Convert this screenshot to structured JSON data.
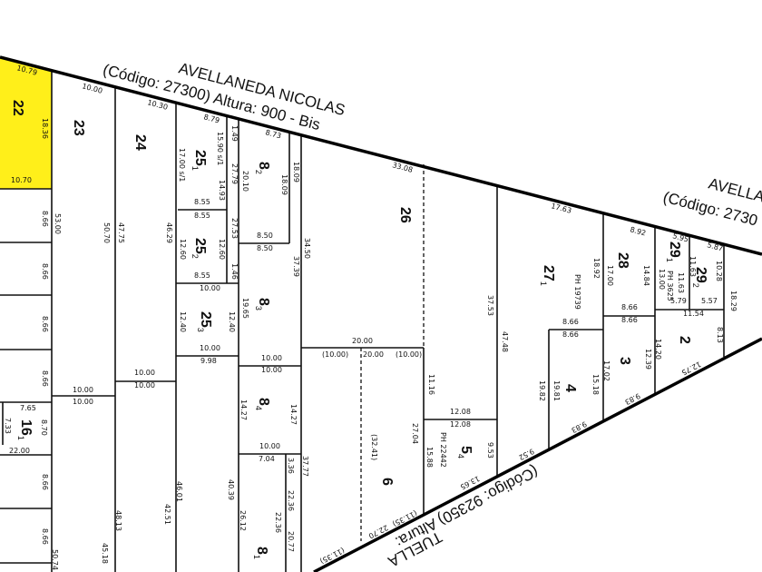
{
  "colors": {
    "highlight": "#ffef1a",
    "lines": "#111111"
  },
  "streets": {
    "top_name": "AVELLANEDA NICOLAS",
    "top_code": "(Código: 27300) Altura: 900  - Bis",
    "right_name": "AVELLA",
    "right_code": "(Código: 2730",
    "bottom_code": "(Código: 92350) Altura:",
    "bottom_name": "TUELLA"
  },
  "lots": [
    {
      "n": "22",
      "s": ""
    },
    {
      "n": "23",
      "s": ""
    },
    {
      "n": "24",
      "s": ""
    },
    {
      "n": "25",
      "s": "1"
    },
    {
      "n": "25",
      "s": "2"
    },
    {
      "n": "25",
      "s": "3"
    },
    {
      "n": "8",
      "s": "2"
    },
    {
      "n": "8",
      "s": "3"
    },
    {
      "n": "8",
      "s": "4"
    },
    {
      "n": "8",
      "s": "1"
    },
    {
      "n": "26",
      "s": ""
    },
    {
      "n": "27",
      "s": "1"
    },
    {
      "n": "28",
      "s": ""
    },
    {
      "n": "29",
      "s": "1"
    },
    {
      "n": "29",
      "s": "2"
    },
    {
      "n": "2",
      "s": ""
    },
    {
      "n": "3",
      "s": ""
    },
    {
      "n": "4",
      "s": ""
    },
    {
      "n": "5",
      "s": "4"
    },
    {
      "n": "6",
      "s": ""
    },
    {
      "n": "16",
      "s": "1"
    }
  ],
  "measurements": [
    "10.79",
    "10.00",
    "10.30",
    "8.79",
    "8.73",
    "33.08",
    "17.63",
    "8.92",
    "5.95",
    "5.87",
    "18.36",
    "10.70",
    "8.66",
    "8.66",
    "8.66",
    "8.66",
    "8.66",
    "8.66",
    "53.00",
    "50.70",
    "47.75",
    "46.29",
    "17.00 s/1",
    "15.90 s/1",
    "1.49",
    "27.79",
    "14.93",
    "20.10",
    "18.09",
    "18.09",
    "8.55",
    "8.55",
    "12.60",
    "12.60",
    "27.53",
    "1.46",
    "8.55",
    "8.50",
    "8.50",
    "34.50",
    "37.39",
    "10.00",
    "12.40",
    "12.40",
    "19.65",
    "10.00",
    "9.98",
    "10.00",
    "10.00",
    "14.27",
    "14.27",
    "10.00",
    "7.04",
    "3.36",
    "37.77",
    "22.36",
    "22.36",
    "20.77",
    "26.12",
    "40.39",
    "46.01",
    "42.51",
    "48.13",
    "45.18",
    "50.74",
    "10.00",
    "10.00",
    "10.00",
    "10.00",
    "7.65",
    "7.33",
    "8.70",
    "22.00",
    "20.00",
    "(10.00)",
    "20.00",
    "(10.00)",
    "11.16",
    "(32.41)",
    "27.04",
    "22.70",
    "(11.35)",
    "(11.35)",
    "12.08",
    "12.08",
    "PH 22442",
    "15.88",
    "9.53",
    "13.65",
    "9.52",
    "37.53",
    "47.48",
    "PH 19739",
    "18.92",
    "17.00",
    "14.84",
    "13.00",
    "PH 3625",
    "11.63",
    "11.63",
    "10.28",
    "18.29",
    "8.66",
    "8.66",
    "8.66",
    "8.66",
    "5.79",
    "5.57",
    "11.54",
    "8.13",
    "14.20",
    "12.39",
    "17.02",
    "15.18",
    "19.81",
    "19.82",
    "12.75",
    "9.83",
    "9.83"
  ]
}
